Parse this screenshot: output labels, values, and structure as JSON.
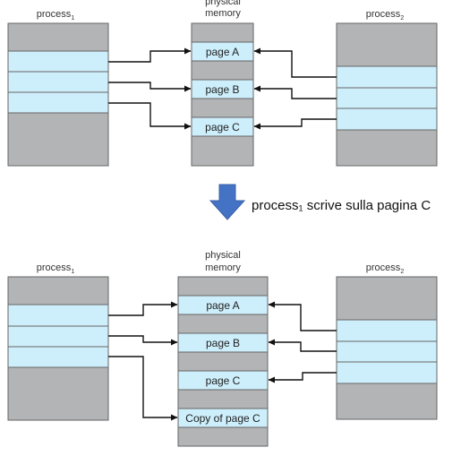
{
  "top": {
    "process1_label": "process",
    "process1_sub": "1",
    "memory_label_line1": "physical",
    "memory_label_line2": "memory",
    "process2_label": "process",
    "process2_sub": "2",
    "pages": [
      "page A",
      "page B",
      "page C"
    ]
  },
  "transition": {
    "caption": "process₁ scrive sulla pagina C"
  },
  "bottom": {
    "process1_label": "process",
    "process1_sub": "1",
    "memory_label_line1": "physical",
    "memory_label_line2": "memory",
    "process2_label": "process",
    "process2_sub": "2",
    "pages": [
      "page A",
      "page B",
      "page C",
      "Copy of page C"
    ]
  },
  "colors": {
    "frame_gray": "#b3b4b6",
    "page_blue": "#cdeefb",
    "arrow_blue": "#4472c4"
  }
}
